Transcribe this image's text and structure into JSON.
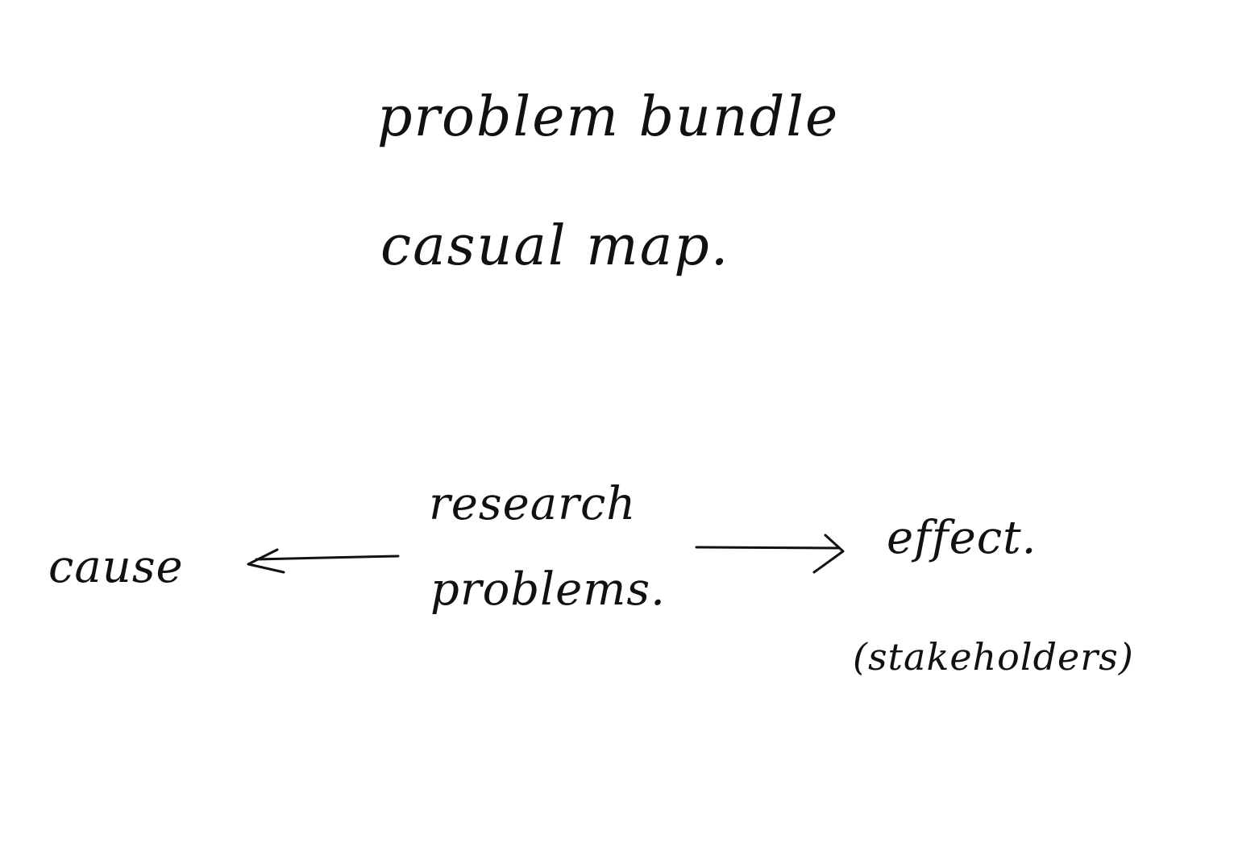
{
  "title": {
    "line1": "problem bundle",
    "line2": "casual map."
  },
  "nodes": {
    "center": {
      "line1": "research",
      "line2": "problems."
    },
    "left": "cause",
    "right": "effect.",
    "right_note": "(stakeholders)"
  },
  "colors": {
    "ink": "#111111",
    "background": "#ffffff"
  }
}
